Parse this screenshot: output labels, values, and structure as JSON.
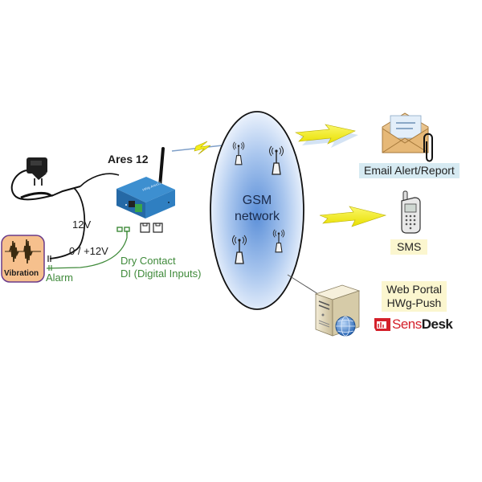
{
  "diagram": {
    "device": {
      "name": "Ares 12"
    },
    "power": {
      "supply_label": "12V",
      "signal_label": "0 / +12V"
    },
    "sensor": {
      "name": "Vibration",
      "alarm_label": "Alarm"
    },
    "inputs": {
      "line1": "Dry Contact",
      "line2": "DI (Digital Inputs)"
    },
    "network": {
      "line1": "GSM",
      "line2": "network"
    },
    "outputs": {
      "email": {
        "label": "Email Alert/Report"
      },
      "sms": {
        "label": "SMS"
      },
      "portal": {
        "line1": "Web Portal",
        "line2": "HWg-Push",
        "brand_light": "Sens",
        "brand_bold": "Desk"
      }
    },
    "icons": [
      "power-adapter-icon",
      "vibration-waveform-icon",
      "ares12-device-icon",
      "antenna-icon",
      "lightning-bolt-icon",
      "cell-tower-icon",
      "arrow-icon",
      "envelope-icon",
      "paperclip-icon",
      "mobile-phone-icon",
      "server-icon",
      "globe-icon",
      "sensdesk-logo-icon"
    ],
    "colors": {
      "alarm_line": "#3f8a3a",
      "device_blue": "#2f7fc1",
      "arrow_yellow": "#f4ee1a",
      "sensor_bg": "#f6c08d",
      "sensor_border": "#6a3b8a",
      "network_blue": "#7fa9e0",
      "sensdesk_red": "#d4202a"
    }
  }
}
